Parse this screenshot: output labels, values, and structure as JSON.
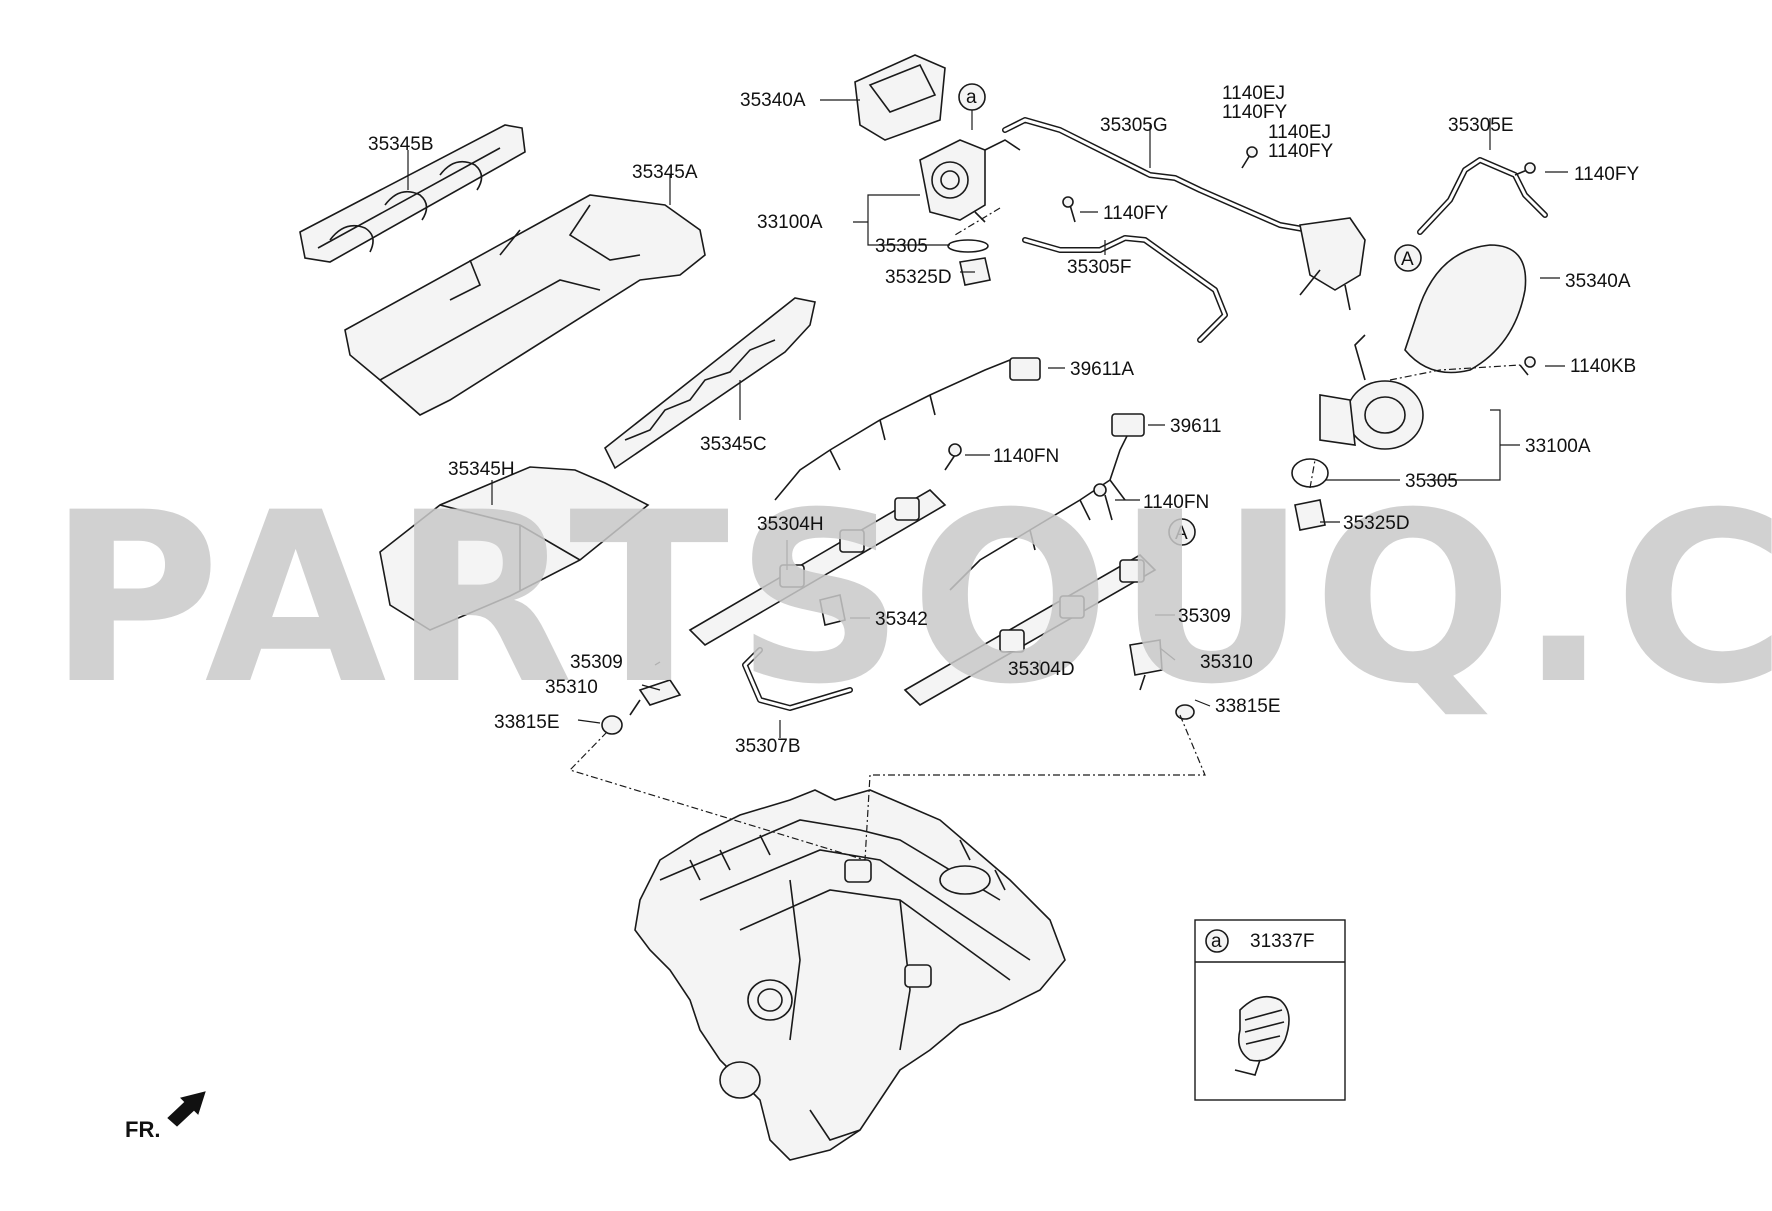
{
  "watermark": "PARTSOUQ.COM",
  "direction_label": "FR.",
  "inset": {
    "marker": "a",
    "part": "31337F"
  },
  "markers": {
    "a": "a",
    "A": "A"
  },
  "labels": {
    "l35340A_top": "35340A",
    "l35345B": "35345B",
    "l35345A": "35345A",
    "l33100A_left": "33100A",
    "l35305_left": "35305",
    "l35325D_left": "35325D",
    "l35305G": "35305G",
    "l1140EJ_1": "1140EJ",
    "l1140FY_1": "1140FY",
    "l1140EJ_2": "1140EJ",
    "l1140FY_2": "1140FY",
    "l35305E": "35305E",
    "l1140FY_right": "1140FY",
    "l1140FY_mid": "1140FY",
    "l35305F": "35305F",
    "l35340A_right": "35340A",
    "l1140KB": "1140KB",
    "l39611A": "39611A",
    "l39611": "39611",
    "l35345C": "35345C",
    "l1140FN_1": "1140FN",
    "l1140FN_2": "1140FN",
    "l33100A_right": "33100A",
    "l35305_right": "35305",
    "l35325D_right": "35325D",
    "l35345H": "35345H",
    "l35304H": "35304H",
    "l35342": "35342",
    "l35309_right": "35309",
    "l35309_left": "35309",
    "l35310_left": "35310",
    "l35310_right": "35310",
    "l35304D": "35304D",
    "l33815E_left": "33815E",
    "l33815E_right": "33815E",
    "l35307B": "35307B"
  }
}
